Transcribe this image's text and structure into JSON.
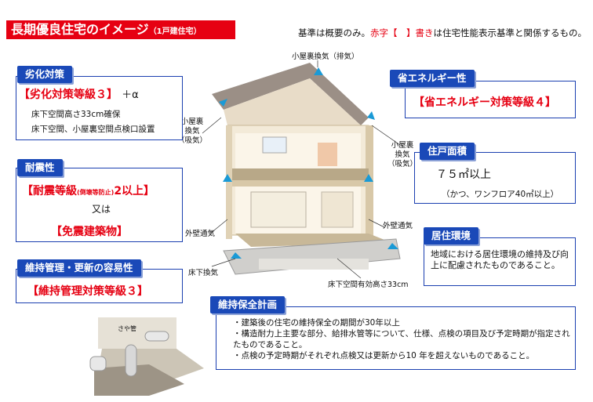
{
  "title": {
    "main": "長期優良住宅のイメージ",
    "sub": "（1戸建住宅）"
  },
  "note": {
    "prefix": "基準は概要のみ。",
    "red": "赤字【　】書き",
    "suffix": "は住宅性能表示基準と関係するもの。"
  },
  "deterioration": {
    "heading": "劣化対策",
    "grade": "【劣化対策等級３】",
    "plus": "＋α",
    "line1": "床下空間高さ33cm確保",
    "line2": "床下空間、小屋裏空間点検口設置"
  },
  "seismic": {
    "heading": "耐震性",
    "grade_pre": "【耐震等級",
    "grade_small": "(倒壊等防止)",
    "grade_post": "2以上】",
    "or": "又は",
    "alt": "【免震建築物】"
  },
  "maintenance": {
    "heading": "維持管理・更新の容易性",
    "grade": "【維持管理対策等級３】"
  },
  "energy": {
    "heading": "省エネルギー性",
    "grade": "【省エネルギー対策等級４】"
  },
  "floor_area": {
    "heading": "住戸面積",
    "value": "７５㎡以上",
    "note": "（かつ、ワンフロア40㎡以上）"
  },
  "environment": {
    "heading": "居住環境",
    "text": "地域における居住環境の維持及び向上に配慮されたものであること。"
  },
  "plan": {
    "heading": "維持保全計画",
    "items": [
      "・建築後の住宅の維持保全の期間が30年以上",
      "・構造耐力上主要な部分、給排水管等について、仕様、点検の項目及び予定時期が指定されたものであること。",
      "・点検の予定時期がそれぞれ点検又は更新から10 年を超えないものであること。"
    ]
  },
  "labels": {
    "attic_exhaust": "小屋裏換気（排気）",
    "attic_intake_left": [
      "小屋裏",
      "換気",
      "（吸気）"
    ],
    "attic_intake_right": [
      "小屋裏",
      "換気",
      "（吸気）"
    ],
    "wall_vent_left": "外壁通気",
    "wall_vent_right": "外壁通気",
    "crawl_vent": "床下換気",
    "crawl_height": "床下空間有効高さ33cm",
    "sleeve": "さや管"
  },
  "colors": {
    "accent_red": "#e60012",
    "tab_blue": "#1a49b8",
    "frame_blue": "#1a3fb0"
  }
}
